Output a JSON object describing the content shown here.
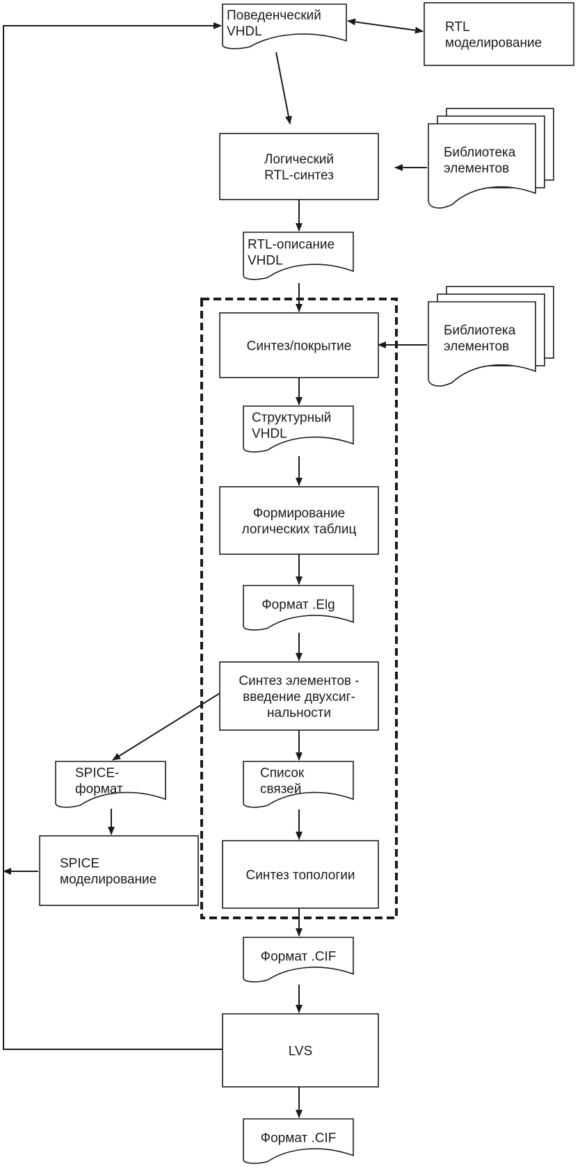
{
  "nodes": {
    "behavioral_vhdl": {
      "lines": [
        "Поведенческий",
        "VHDL"
      ]
    },
    "rtl_sim": {
      "lines": [
        "RTL",
        "моделирование"
      ]
    },
    "logic_synth": {
      "lines": [
        "Логический",
        "RTL-синтез"
      ]
    },
    "lib1": {
      "lines": [
        "Библиотека",
        "элементов"
      ]
    },
    "rtl_desc": {
      "lines": [
        "RTL-описание",
        "VHDL"
      ]
    },
    "synth_cover": {
      "lines": [
        "Синтез/покрытие"
      ]
    },
    "lib2": {
      "lines": [
        "Библиотека",
        "элементов"
      ]
    },
    "struct_vhdl": {
      "lines": [
        "Структурный",
        "VHDL"
      ]
    },
    "form_tables": {
      "lines": [
        "Формирование",
        "логических таблиц"
      ]
    },
    "format_elg": {
      "lines": [
        "Формат .Elg"
      ]
    },
    "elem_synth": {
      "lines": [
        "Синтез элементов -",
        "введение двухсиг-",
        "нальности"
      ]
    },
    "spice_format": {
      "lines": [
        "SPICE-",
        "формат"
      ]
    },
    "netlist": {
      "lines": [
        "Список",
        "связей"
      ]
    },
    "spice_sim": {
      "lines": [
        "SPICE",
        "моделирование"
      ]
    },
    "topo_synth": {
      "lines": [
        "Синтез топологии"
      ]
    },
    "format_cif1": {
      "lines": [
        "Формат .CIF"
      ]
    },
    "lvs": {
      "lines": [
        "LVS"
      ]
    },
    "format_cif2": {
      "lines": [
        "Формат .CIF"
      ]
    }
  }
}
